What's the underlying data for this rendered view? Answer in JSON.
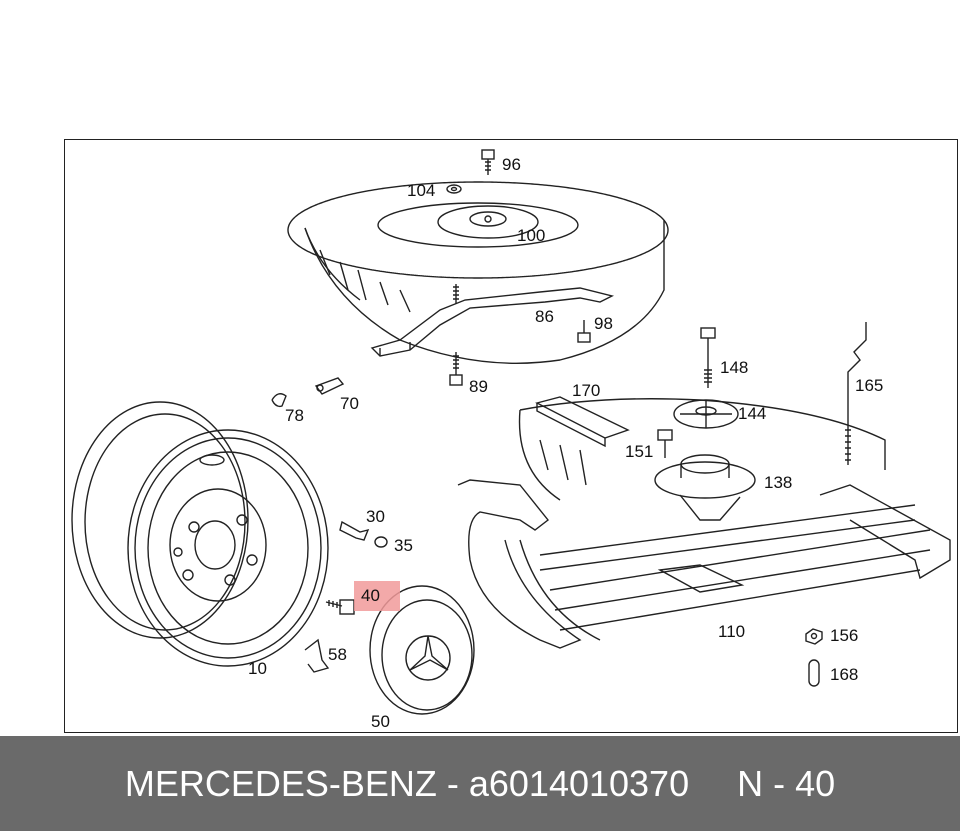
{
  "callouts": {
    "c96": "96",
    "c104": "104",
    "c100": "100",
    "c86": "86",
    "c98": "98",
    "c89": "89",
    "c148": "148",
    "c165": "165",
    "c170": "170",
    "c144": "144",
    "c151": "151",
    "c138": "138",
    "c78": "78",
    "c70": "70",
    "c30": "30",
    "c35": "35",
    "c40": "40",
    "c58": "58",
    "c10": "10",
    "c50": "50",
    "c110": "110",
    "c156": "156",
    "c168": "168"
  },
  "highlighted_part": "40",
  "footer": {
    "brand_part": "MERCEDES-BENZ - a6014010370",
    "position": "N - 40"
  },
  "colors": {
    "highlight": "#f19a9a",
    "footer_bg": "#6a6a6a",
    "footer_text": "#ffffff"
  }
}
